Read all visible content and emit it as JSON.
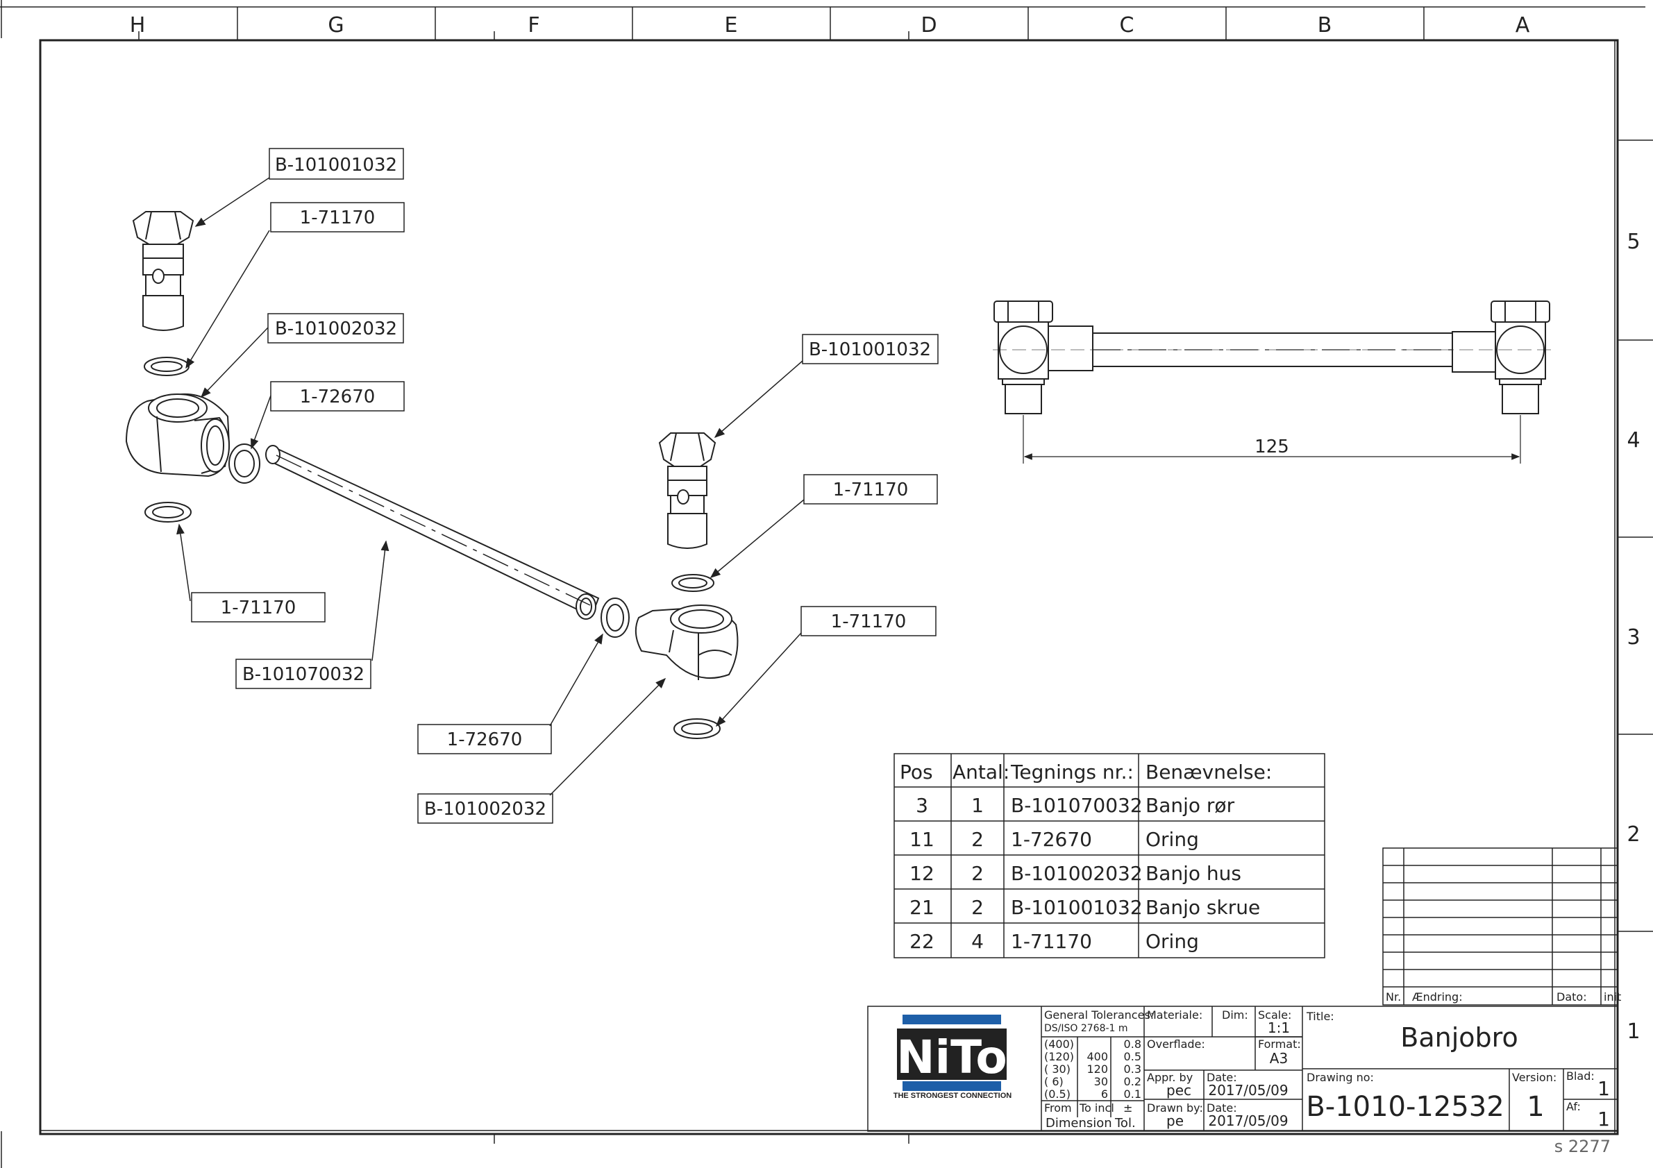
{
  "zones": {
    "columns": [
      "H",
      "G",
      "F",
      "E",
      "D",
      "C",
      "B",
      "A"
    ],
    "rows": [
      "5",
      "4",
      "3",
      "2",
      "1"
    ]
  },
  "callouts": [
    "B-101001032",
    "1-71170",
    "B-101002032",
    "1-72670",
    "1-71170",
    "B-101070032",
    "1-72670",
    "B-101002032",
    "B-101001032",
    "1-71170",
    "1-71170"
  ],
  "dimension": "125",
  "bom": {
    "headers": [
      "Pos",
      "Antal:",
      "Tegnings nr.:",
      "Benævnelse:"
    ],
    "rows": [
      [
        "3",
        "1",
        "B-101070032",
        "Banjo rør"
      ],
      [
        "11",
        "2",
        "1-72670",
        "Oring"
      ],
      [
        "12",
        "2",
        "B-101002032",
        "Banjo hus"
      ],
      [
        "21",
        "2",
        "B-101001032",
        "Banjo skrue"
      ],
      [
        "22",
        "4",
        "1-71170",
        "Oring"
      ]
    ]
  },
  "revision_block": {
    "nr_label": "Nr.",
    "change_label": "Ændring:",
    "date_label": "Dato:",
    "init_label": "init"
  },
  "title_block": {
    "logo_text": "NiTo",
    "logo_tagline": "THE STRONGEST CONNECTION",
    "tolerances_label": "General Tolerances:",
    "tolerances_std": "DS/ISO 2768-1 m",
    "tol_rows": [
      [
        "(400)",
        "",
        "0.8"
      ],
      [
        "(120)",
        "400",
        "0.5"
      ],
      [
        "( 30)",
        "120",
        "0.3"
      ],
      [
        "( 6)",
        "30",
        "0.2"
      ],
      [
        "(0.5)",
        "6",
        "0.1"
      ]
    ],
    "from_label": "From",
    "to_label": "To incl",
    "pm_label": "±",
    "dimension_label": "Dimension",
    "tol_label": "Tol.",
    "material_label": "Materiale:",
    "dim_label": "Dim:",
    "scale_label": "Scale:",
    "scale_value": "1:1",
    "surface_label": "Overflade:",
    "format_label": "Format:",
    "format_value": "A3",
    "appr_label": "Appr. by",
    "appr_value": "pec",
    "date_label": "Date:",
    "appr_date": "2017/05/09",
    "drawn_label": "Drawn by:",
    "drawn_value": "pe",
    "drawn_date": "2017/05/09",
    "title_label": "Title:",
    "title_value": "Banjobro",
    "drawing_no_label": "Drawing no:",
    "drawing_no": "B-1010-12532",
    "version_label": "Version:",
    "version": "1",
    "blad_label": "Blad:",
    "blad": "1",
    "af_label": "Af:",
    "af": "1"
  },
  "footer_code": "s 2277",
  "colors": {
    "line": "#222222",
    "logo_blue": "#1e5fa8"
  }
}
